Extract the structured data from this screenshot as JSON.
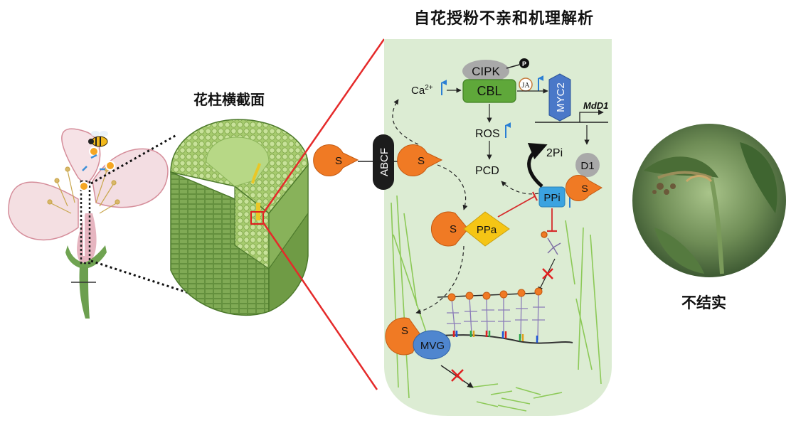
{
  "headings": {
    "main_title": "自花授粉不亲和机理解析",
    "style_cross_section": "花柱横截面",
    "no_fruit": "不结实"
  },
  "labels": {
    "cipk": "CIPK",
    "p": "P",
    "ca": "Ca",
    "ca_sup": "2+",
    "cbl": "CBL",
    "ja": "JA",
    "myc2": "MYC2",
    "mdd1": "MdD1",
    "ros": "ROS",
    "pcd": "PCD",
    "abcf": "ABCF",
    "s": "S",
    "two_pi": "2Pi",
    "d1": "D1",
    "ppi": "PPi",
    "ppa": "PPa",
    "mvg": "MVG"
  },
  "colors": {
    "panel_fill": "#dcecd3",
    "red_line": "#e52a2a",
    "s_orange": "#f07a24",
    "cbl_green": "#5fa83a",
    "cipk_gray": "#a9a9a9",
    "myc2_blue": "#4a78c8",
    "ppi_blue": "#3ba3e0",
    "ppa_yellow": "#f5c515",
    "mvg_blue": "#4f86cf",
    "abcf_black": "#1c1c1c",
    "up_arrow_blue": "#2a7fd4"
  },
  "icons": [
    "bee-icon",
    "flower-illustration",
    "style-cross-section-illustration",
    "withered-flower-photo"
  ]
}
